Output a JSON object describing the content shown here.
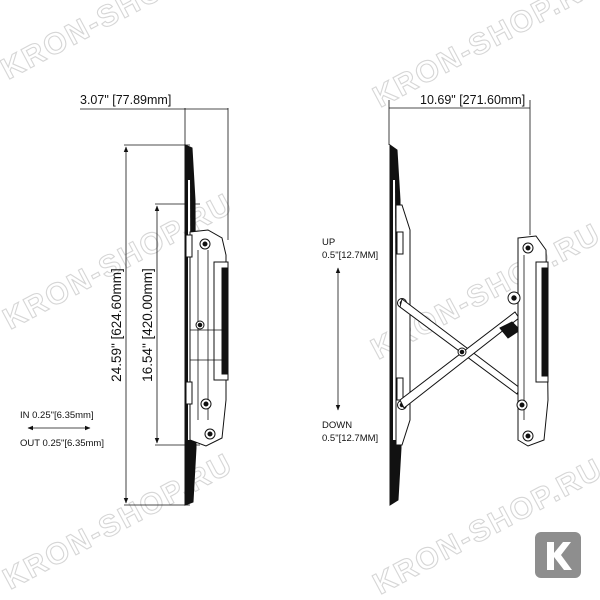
{
  "watermark": {
    "text": "KRON-SHOP.RU",
    "color": "#d6d6d6"
  },
  "logo": {
    "letter": "K",
    "color": "#8e8e8e"
  },
  "side_view": {
    "depth_label": "3.07\" [77.89mm]",
    "height_label": "24.59\" [624.60mm]",
    "mount_height_label": "16.54\" [420.00mm]",
    "in_label": "IN  0.25\"[6.35mm]",
    "out_label": "OUT  0.25\"[6.35mm]"
  },
  "extended_view": {
    "depth_label": "10.69\" [271.60mm]",
    "up_label": "UP",
    "up_value": "0.5\"[12.7MM]",
    "down_label": "DOWN",
    "down_value": "0.5\"[12.7MM]"
  }
}
